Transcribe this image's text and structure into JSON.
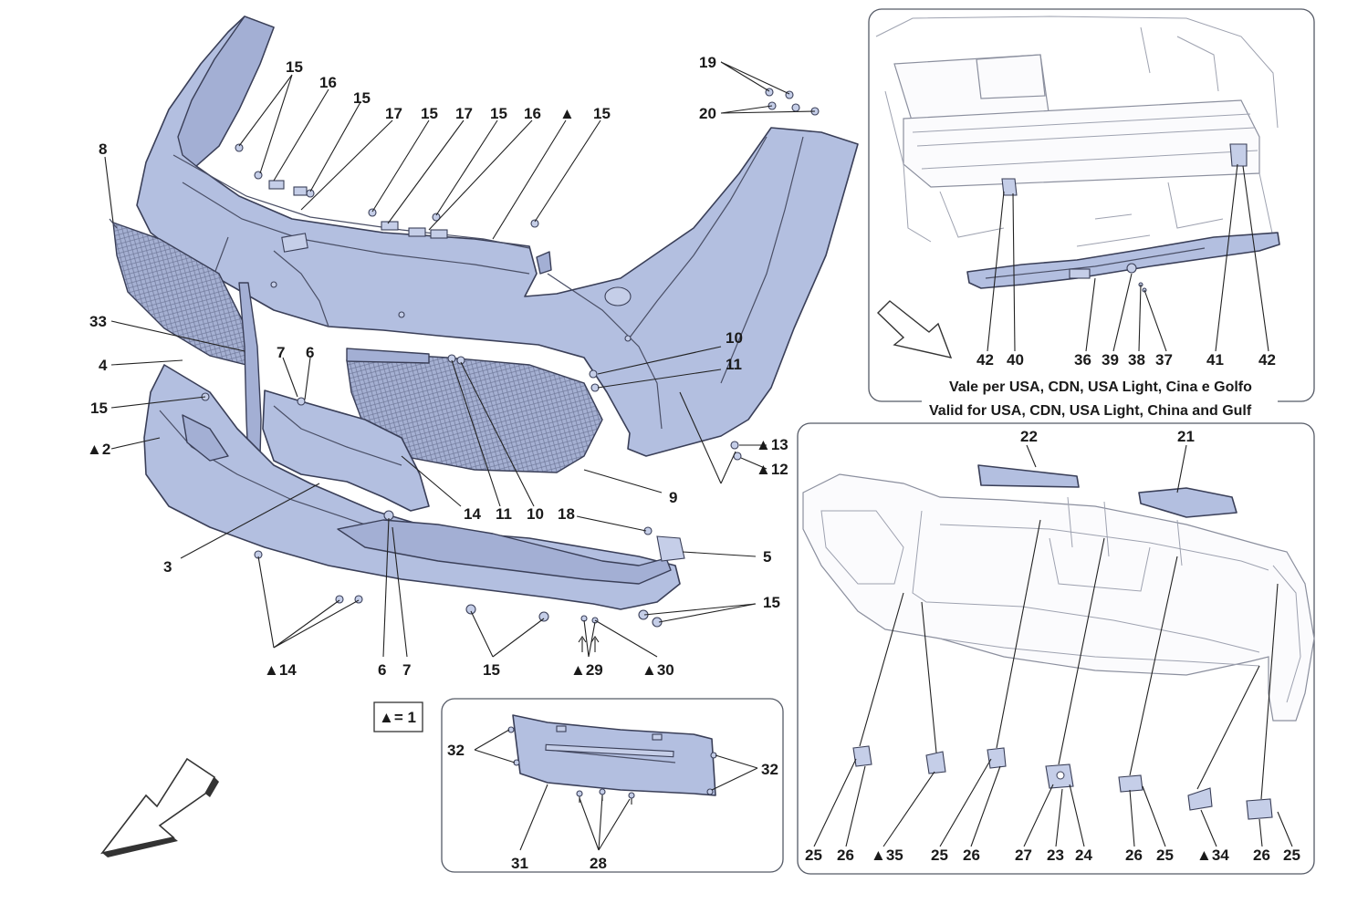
{
  "main_callouts": {
    "c15a": "15",
    "c16a": "16",
    "c15b": "15",
    "c17a": "17",
    "c15c": "15",
    "c17b": "17",
    "c15d": "15",
    "c16b": "16",
    "ctri": "▲",
    "c15e": "15",
    "c19": "19",
    "c20": "20",
    "c8": "8",
    "c33": "33",
    "c4": "4",
    "c7a": "7",
    "c6a": "6",
    "c15f": "15",
    "c2": "▲2",
    "c10a": "10",
    "c11a": "11",
    "c13": "▲13",
    "c12": "▲12",
    "c14a": "14",
    "c11b": "11",
    "c10b": "10",
    "c18": "18",
    "c9": "9",
    "c3": "3",
    "c5": "5",
    "c15g": "15",
    "c14b": "▲14",
    "c6b": "6",
    "c7b": "7",
    "c15h": "15",
    "c29": "▲29",
    "c30": "▲30"
  },
  "legend": {
    "text": "▲= 1"
  },
  "inset_top": {
    "callouts": [
      "42",
      "40",
      "36",
      "39",
      "38",
      "37",
      "41",
      "42"
    ],
    "caption_it": "Vale per USA, CDN, USA Light, Cina e Golfo",
    "caption_en": "Valid for USA, CDN, USA Light, China and Gulf"
  },
  "inset_bottom_center": {
    "callouts": {
      "c32a": "32",
      "c32b": "32",
      "c31": "31",
      "c28": "28"
    }
  },
  "inset_bottom_right": {
    "top_callouts": {
      "c22": "22",
      "c21": "21"
    },
    "bottom_callouts": [
      "25",
      "26",
      "▲35",
      "25",
      "26",
      "27",
      "23",
      "24",
      "26",
      "25",
      "▲34",
      "26",
      "25"
    ]
  },
  "icons": {
    "direction": "front-direction-arrow-icon"
  },
  "colors": {
    "part_fill": "#b3bfe0",
    "outline": "#3a3f58",
    "ghost_outline": "#8b8f9e"
  }
}
